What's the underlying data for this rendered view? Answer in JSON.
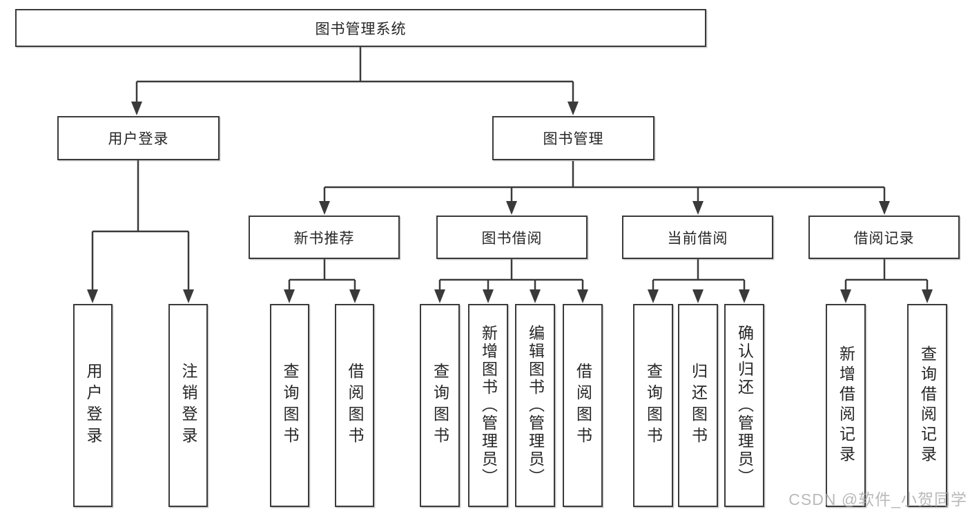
{
  "nodes": {
    "root": "图书管理系统",
    "user_login": "用户登录",
    "book_management": "图书管理",
    "new_book_recommend": "新书推荐",
    "book_borrow": "图书借阅",
    "current_borrow": "当前借阅",
    "borrow_record": "借阅记录"
  },
  "leaves": {
    "user_login": [
      "用户登录",
      "注销登录"
    ],
    "new_book_recommend": [
      "查询图书",
      "借阅图书"
    ],
    "book_borrow": [
      "查询图书",
      "新增图书（管理员）",
      "编辑图书（管理员）",
      "借阅图书"
    ],
    "current_borrow": [
      "查询图书",
      "归还图书",
      "确认归还（管理员）"
    ],
    "borrow_record": [
      "新增借阅记录",
      "查询借阅记录"
    ]
  },
  "watermark": "CSDN @软件_小贺同学",
  "colors": {
    "line": "#3a3a3a",
    "text": "#262626",
    "box_background": "#ffffff",
    "page_background": "#ffffff",
    "watermark": "#a8a8a8"
  }
}
